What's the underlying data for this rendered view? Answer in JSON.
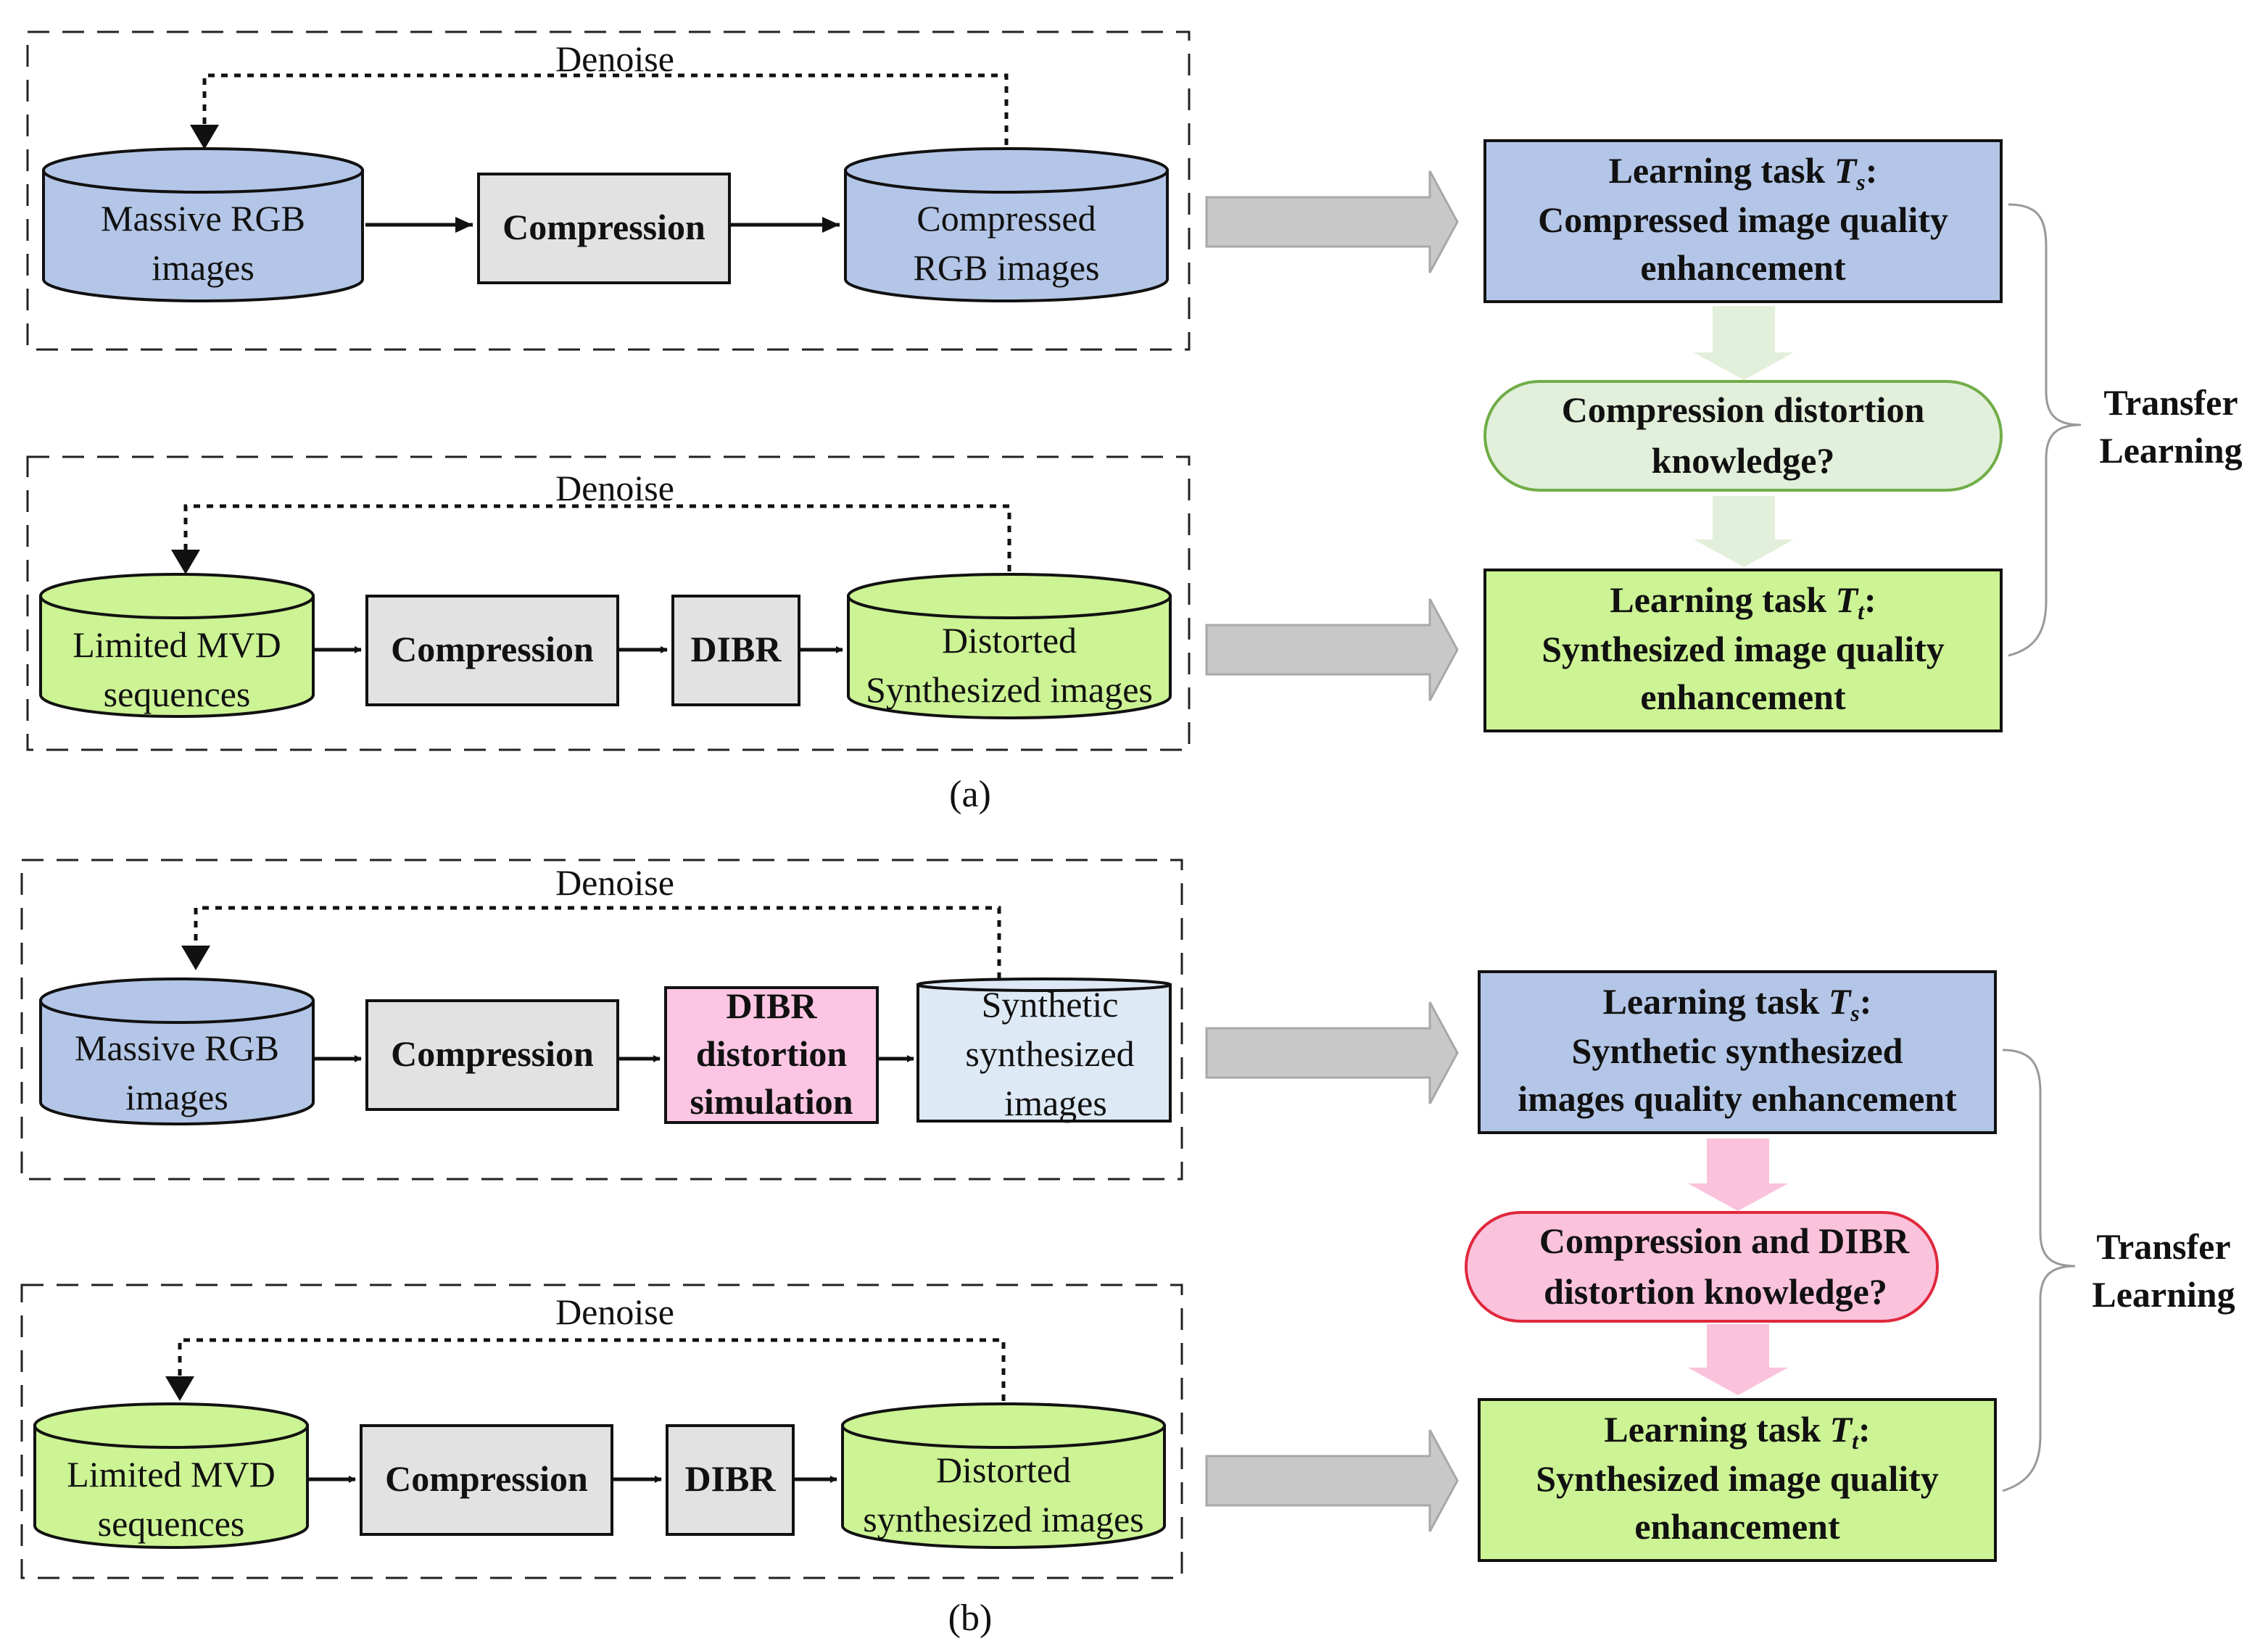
{
  "colors": {
    "blue": "#b4c6e7",
    "green": "#ccf394",
    "light_blue": "#dde9f4",
    "pink": "#fbc5e3",
    "gray": "#e2e2e2",
    "green_knowledge": "#e2efda",
    "pink_knowledge": "#fbc2dc",
    "pink_border": "#e0283c",
    "green_border": "#70ad47"
  },
  "panel_a": {
    "top_row": {
      "feedback": "Denoise",
      "source": [
        "Massive RGB",
        "images"
      ],
      "step1": "Compression",
      "output": [
        "Compressed",
        "RGB images"
      ]
    },
    "bottom_row": {
      "feedback": "Denoise",
      "source": [
        "Limited MVD",
        "sequences"
      ],
      "step1": "Compression",
      "step2": "DIBR",
      "output": [
        "Distorted",
        "Synthesized images"
      ]
    },
    "task_source": {
      "title_prefix": "Learning task ",
      "symbol": "T",
      "subscript": "s",
      "suffix": ":",
      "lines": [
        "Compressed image quality",
        "enhancement"
      ]
    },
    "knowledge": [
      "Compression distortion",
      "knowledge?"
    ],
    "task_target": {
      "title_prefix": "Learning task ",
      "symbol": "T",
      "subscript": "t",
      "suffix": ":",
      "lines": [
        "Synthesized image quality",
        "enhancement"
      ]
    },
    "transfer": [
      "Transfer",
      "Learning"
    ],
    "caption": "(a)"
  },
  "panel_b": {
    "top_row": {
      "feedback": "Denoise",
      "source": [
        "Massive RGB",
        "images"
      ],
      "step1": "Compression",
      "step2": [
        "DIBR",
        "distortion",
        "simulation"
      ],
      "output": [
        "Synthetic",
        "synthesized",
        "images"
      ]
    },
    "bottom_row": {
      "feedback": "Denoise",
      "source": [
        "Limited MVD",
        "sequences"
      ],
      "step1": "Compression",
      "step2": "DIBR",
      "output": [
        "Distorted",
        "synthesized images"
      ]
    },
    "task_source": {
      "title_prefix": "Learning task ",
      "symbol": "T",
      "subscript": "s",
      "suffix": ":",
      "lines": [
        "Synthetic synthesized",
        "images quality enhancement"
      ]
    },
    "knowledge": [
      "Compression and DIBR",
      "distortion knowledge?"
    ],
    "task_target": {
      "title_prefix": "Learning task ",
      "symbol": "T",
      "subscript": "t",
      "suffix": ":",
      "lines": [
        "Synthesized image quality",
        "enhancement"
      ]
    },
    "transfer": [
      "Transfer",
      "Learning"
    ],
    "caption": "(b)"
  }
}
